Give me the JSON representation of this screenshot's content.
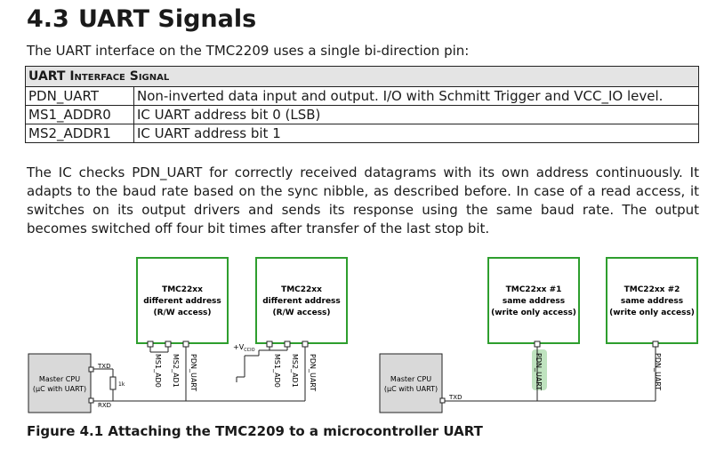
{
  "section": {
    "number": "4.3",
    "title": "UART Signals"
  },
  "intro": "The UART interface on the TMC2209 uses a single bi-direction pin:",
  "table": {
    "header": "UART Interface Signal",
    "rows": [
      {
        "signal": "PDN_UART",
        "description": "Non-inverted data input and output. I/O with Schmitt Trigger and VCC_IO level."
      },
      {
        "signal": "MS1_ADDR0",
        "description": "IC UART address bit 0 (LSB)"
      },
      {
        "signal": "MS2_ADDR1",
        "description": "IC UART address bit 1"
      }
    ]
  },
  "paragraph": "The IC checks PDN_UART for correctly received datagrams with its own address continuously. It adapts to the baud rate based on the sync nibble, as described before. In case of a read access, it switches on its output drivers and sends its response using the same baud rate. The output becomes switched off four bit times after transfer of the last stop bit.",
  "diagram": {
    "left": {
      "chip1": [
        "TMC22xx",
        "different address",
        "(R/W access)"
      ],
      "chip2": [
        "TMC22xx",
        "different address",
        "(R/W access)"
      ],
      "cpu": [
        "Master CPU",
        "(µC with UART)"
      ],
      "txd": "TXD",
      "rxd": "RXD",
      "resistor": "1k",
      "vcc": "+V",
      "vcc_sub": "CCIO",
      "pins": [
        "MS1_AD0",
        "MS2_AD1",
        "PDN_UART"
      ]
    },
    "right": {
      "chip1": [
        "TMC22xx #1",
        "same address",
        "(write only access)"
      ],
      "chip2": [
        "TMC22xx #2",
        "same address",
        "(write only access)"
      ],
      "cpu": [
        "Master CPU",
        "(µC with UART)"
      ],
      "txd": "TXD",
      "pin": "PDN_UART"
    },
    "colors": {
      "chip_border": "#2e9e2e",
      "box_fill": "#d9d9d9",
      "highlight": "#bfe3bf"
    }
  },
  "caption": "Figure 4.1 Attaching the TMC2209 to a microcontroller UART"
}
